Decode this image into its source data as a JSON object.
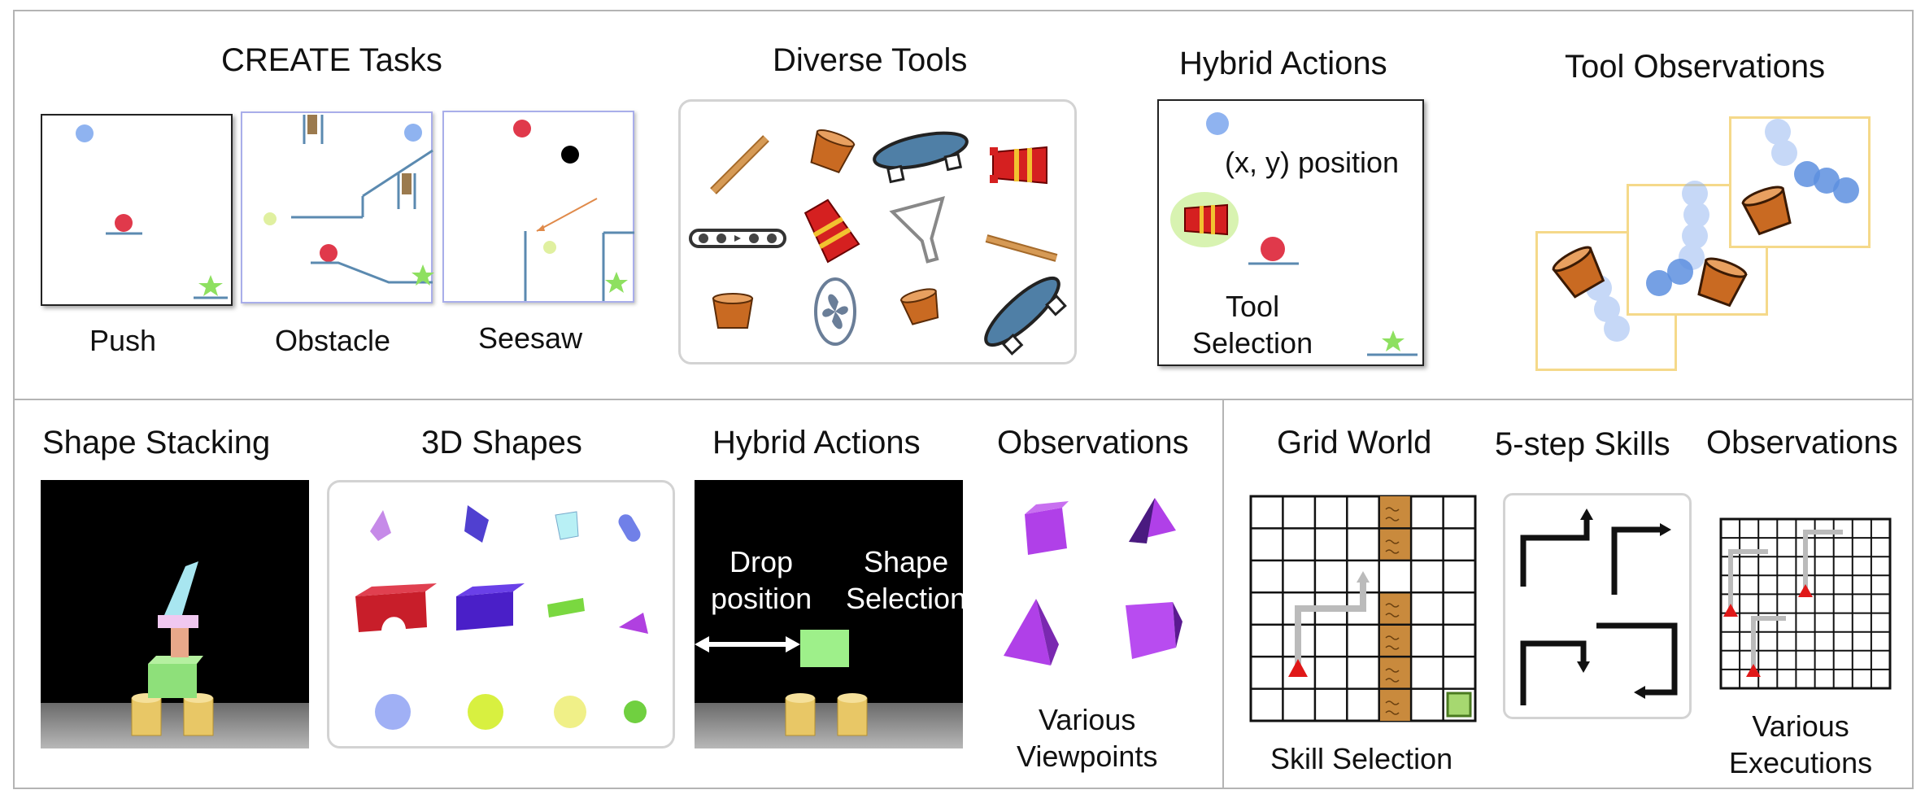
{
  "top": {
    "create_tasks": {
      "title": "CREATE Tasks",
      "tasks": [
        "Push",
        "Obstacle",
        "Seesaw"
      ]
    },
    "diverse_tools": {
      "title": "Diverse Tools"
    },
    "hybrid_actions": {
      "title": "Hybrid Actions",
      "position_label": "(x, y) position",
      "tool_selection_label": "Tool\nSelection"
    },
    "tool_observations": {
      "title": "Tool Observations"
    }
  },
  "bottom_left": {
    "shape_stacking": {
      "title": "Shape Stacking"
    },
    "shapes_3d": {
      "title": "3D Shapes"
    },
    "hybrid_actions": {
      "title": "Hybrid Actions",
      "drop_label": "Drop\nposition",
      "shape_label": "Shape\nSelection"
    },
    "observations": {
      "title": "Observations",
      "caption": "Various\nViewpoints"
    }
  },
  "bottom_right": {
    "grid_world": {
      "title": "Grid World",
      "caption": "Skill Selection"
    },
    "skills": {
      "title": "5-step Skills"
    },
    "observations": {
      "title": "Observations",
      "caption": "Various\nExecutions"
    }
  },
  "colors": {
    "ball_blue": "#8fb3f0",
    "ball_red": "#e0394b",
    "goal_green": "#8ee060",
    "line_blue": "#5b8ab0",
    "frame_purple": "#a9aeea",
    "obs_yellow": "#f5d98a",
    "wood": "#c98a3d"
  }
}
